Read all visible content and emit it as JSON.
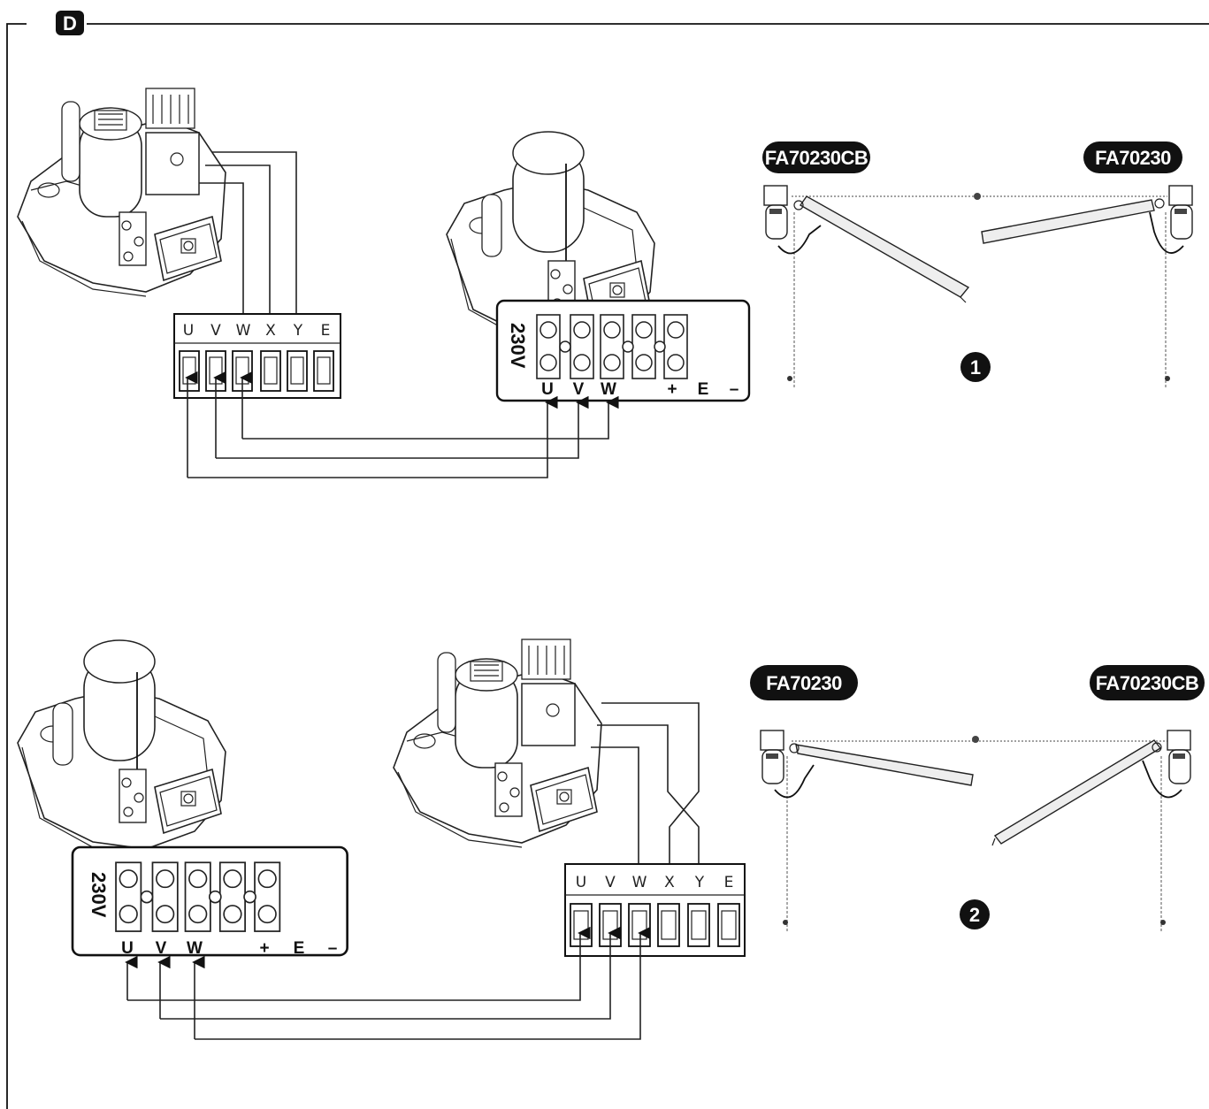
{
  "frame": {
    "letter": "D"
  },
  "section1": {
    "left_label": "FA70230CB",
    "right_label": "FA70230",
    "step": "1",
    "board_terminals": [
      "U",
      "V",
      "W",
      "X",
      "Y",
      "E"
    ],
    "block_voltage": "230V",
    "block_terminals": [
      "U",
      "V",
      "W",
      "+",
      "E",
      "–"
    ]
  },
  "section2": {
    "left_label": "FA70230",
    "right_label": "FA70230CB",
    "step": "2",
    "board_terminals": [
      "U",
      "V",
      "W",
      "X",
      "Y",
      "E"
    ],
    "block_voltage": "230V",
    "block_terminals": [
      "U",
      "V",
      "W",
      "+",
      "E",
      "–"
    ]
  }
}
